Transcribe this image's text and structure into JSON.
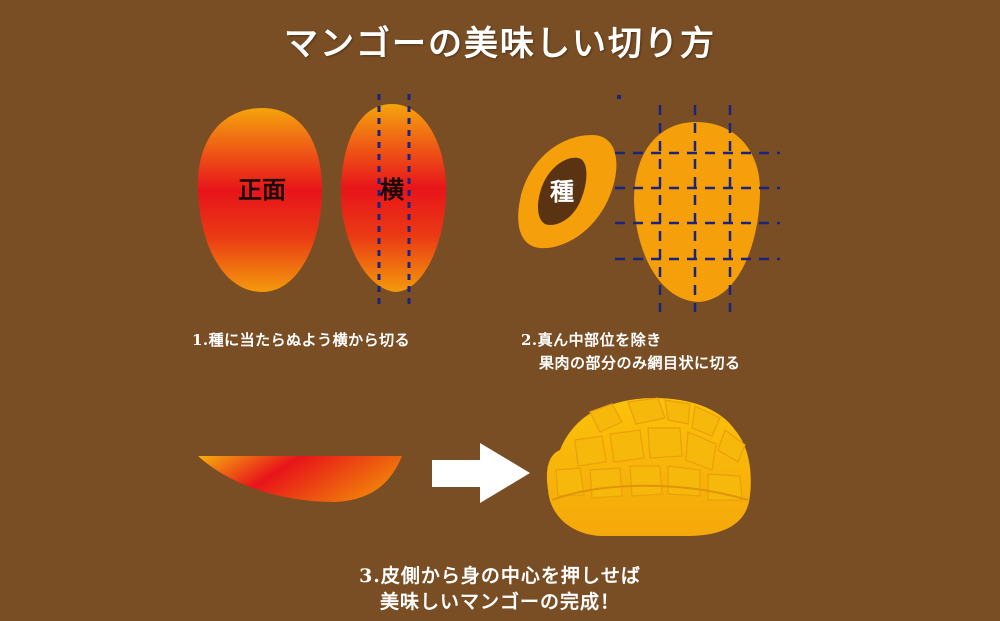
{
  "title": "マンゴーの美味しい切り方",
  "step1": {
    "front_label": "正面",
    "side_label": "横",
    "caption": "1.種に当たらぬよう横から切る"
  },
  "step2": {
    "seed_label": "種",
    "caption_line1": "2.真ん中部位を除き",
    "caption_line2": "果肉の部分のみ網目状に切る"
  },
  "step3": {
    "caption_line1": "3.皮側から身の中心を押しせば",
    "caption_line2": "美味しいマンゴーの完成！"
  },
  "colors": {
    "background": "#7a4e24",
    "mango_red": "#e8141a",
    "mango_orange": "#f39a0c",
    "flesh": "#f5a00a",
    "cut_line": "#1a237e",
    "seed": "#5a3312",
    "arrow": "#ffffff"
  }
}
